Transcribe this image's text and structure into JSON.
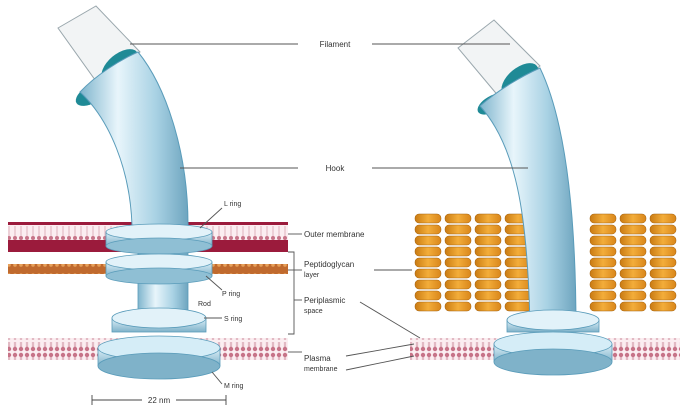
{
  "labels": {
    "filament": "Filament",
    "hook": "Hook",
    "outer_membrane": "Outer membrane",
    "peptidoglycan_line1": "Peptidoglycan",
    "peptidoglycan_line2": "layer",
    "periplasmic_line1": "Periplasmic",
    "periplasmic_line2": "space",
    "plasma_line1": "Plasma",
    "plasma_line2": "membrane",
    "l_ring": "L ring",
    "p_ring": "P ring",
    "rod": "Rod",
    "s_ring": "S ring",
    "m_ring": "M ring",
    "scale": "22 nm"
  },
  "colors": {
    "outer_membrane": "#9b1b3c",
    "peptidoglycan_band": "#b0602a",
    "peptidoglycan_blocks": "#e0901c",
    "plasma_membrane": "#c77488",
    "flagellum": "#a8d4e6",
    "flagellum_dark": "#5a9cba",
    "filament_tip": "#1f8a96"
  }
}
